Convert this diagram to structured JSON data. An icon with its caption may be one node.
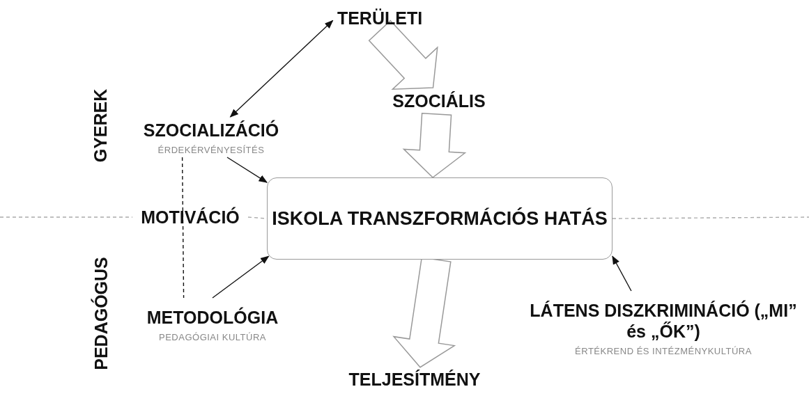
{
  "diagram": {
    "nodes": [
      {
        "text": [
          "TERÜLETI"
        ]
      },
      {
        "text": [
          "SZOCIÁLIS"
        ]
      },
      {
        "text": [
          "SZOCIALIZÁCIÓ",
          "ÉRDEKÉRVÉNYESÍTÉS"
        ]
      },
      {
        "text": [
          "MOTIVÁCIÓ"
        ]
      },
      {
        "text": [
          "ISKOLA TRANSZFORMÁCIÓS HATÁS"
        ]
      },
      {
        "text": [
          "METODOLÓGIA",
          "PEDAGÓGIAI KULTÚRA"
        ]
      },
      {
        "text": [
          "LÁTENS DISZKRIMINÁCIÓ („MI” és „ŐK”)",
          "ÉRTÉKREND ÉS INTÉZMÉNYKULTÚRA"
        ]
      },
      {
        "text": [
          "TELJESÍTMÉNY"
        ]
      }
    ],
    "edges": [
      {
        "from": 0,
        "to": 2,
        "arrow": "both"
      },
      {
        "from": 0,
        "to": 1,
        "arrow": "to",
        "style": "thick"
      },
      {
        "from": 1,
        "to": 4,
        "arrow": "to",
        "style": "thick"
      },
      {
        "from": 2,
        "to": 4,
        "arrow": "to"
      },
      {
        "from": 5,
        "to": 4,
        "arrow": "to"
      },
      {
        "from": 6,
        "to": 4,
        "arrow": "to"
      },
      {
        "from": 4,
        "to": 7,
        "arrow": "to",
        "style": "thick"
      },
      {
        "from": 2,
        "to": 5,
        "arrow": "none",
        "style": "dashed"
      },
      {
        "from": null,
        "to": 3,
        "arrow": "none",
        "style": "dashed",
        "color": "#aaaaaa"
      },
      {
        "from": 3,
        "to": 4,
        "arrow": "none",
        "style": "dashed",
        "color": "#aaaaaa"
      },
      {
        "from": 4,
        "to": null,
        "arrow": "none",
        "style": "dashed",
        "color": "#aaaaaa"
      }
    ],
    "labels": [
      "GYEREK",
      "PEDAGÓGUS"
    ]
  }
}
